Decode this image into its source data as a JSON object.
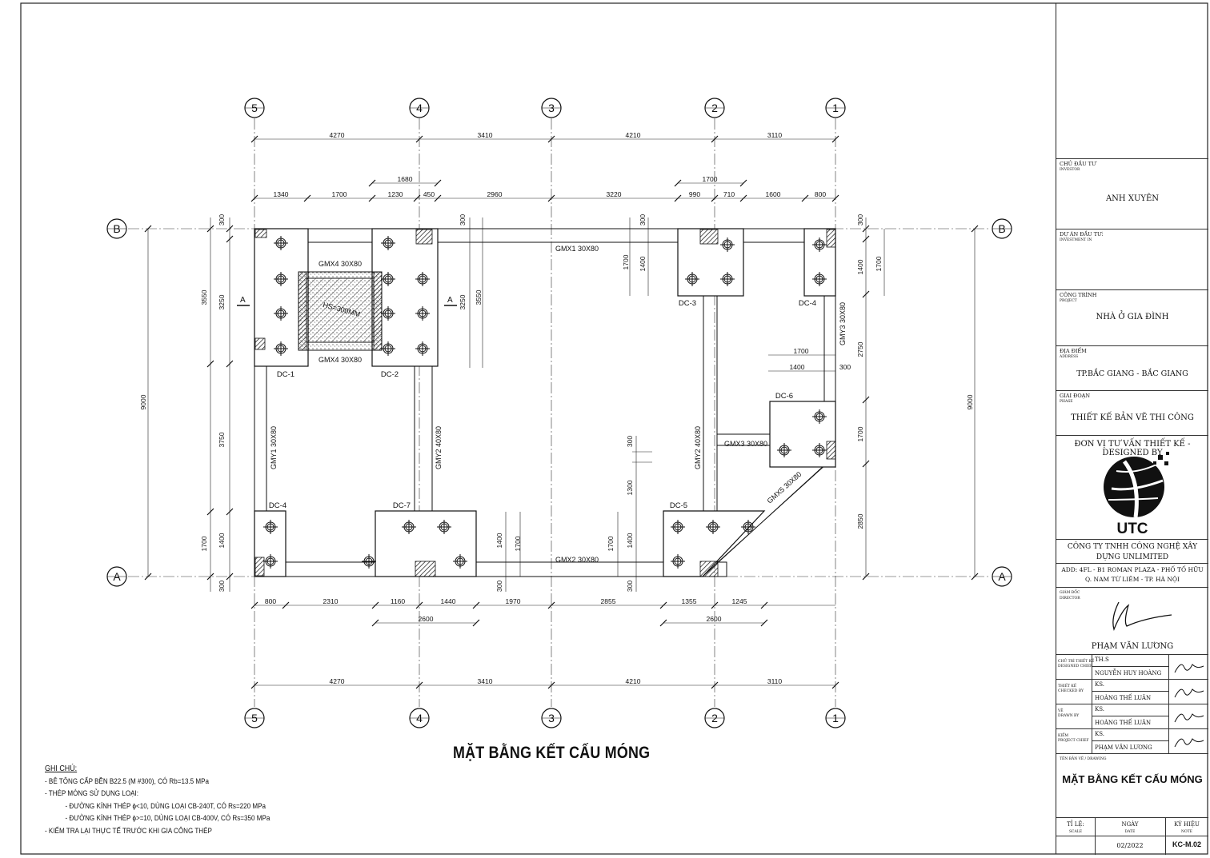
{
  "drawing_title": "MẶT BẰNG KẾT CẤU MÓNG",
  "grid_axes": {
    "columns": [
      "5",
      "4",
      "3",
      "2",
      "1"
    ],
    "rows": [
      "B",
      "A"
    ]
  },
  "dimensions": {
    "top_overall": [
      "4270",
      "3410",
      "4210",
      "3110"
    ],
    "top_detail": [
      "1340",
      "1700",
      "1230",
      "450",
      "2960",
      "3220",
      "990",
      "710",
      "1600",
      "800"
    ],
    "top_extra_left": "1680",
    "top_extra_right": "1700",
    "bottom_overall": [
      "4270",
      "3410",
      "4210",
      "3110"
    ],
    "bottom_detail": [
      "800",
      "2310",
      "1160",
      "1440",
      "1970",
      "2855",
      "1355",
      "1245"
    ],
    "bottom_width_left": "2600",
    "bottom_width_right": "2600",
    "left_overall": "9000",
    "right_overall": "9000",
    "left_chain": [
      "300",
      "3550",
      "3250",
      "3750",
      "1700",
      "1400",
      "300"
    ],
    "mid_left_chain": [
      "300",
      "3550",
      "3250",
      "1400",
      "1700",
      "300"
    ],
    "mid_right_chain": [
      "300",
      "1700",
      "1400",
      "300",
      "1300",
      "1700",
      "1400",
      "300"
    ],
    "right_chain": [
      "300",
      "1400",
      "1700",
      "2750",
      "1700",
      "2850"
    ],
    "dc6_dims": [
      "1700",
      "1400",
      "300"
    ]
  },
  "footings": [
    "DC-1",
    "DC-2",
    "DC-3",
    "DC-4",
    "DC-6",
    "DC-4",
    "DC-7",
    "DC-5"
  ],
  "beams": {
    "gmx1": "GMX1 30X80",
    "gmx2": "GMX2 30X80",
    "gmx3": "GMX3 30X80",
    "gmx4_top": "GMX4 30X80",
    "gmx4_bottom": "GMX4 30X80",
    "gmx5": "GMX5 30X80",
    "gmy1": "GMY1 30X80",
    "gmy2_left": "GMY2 40X80",
    "gmy2_right": "GMY2 40X80",
    "gmy3": "GMY3 30X80"
  },
  "pit_label": "HS=300MM",
  "section_mark": "A",
  "notes": {
    "heading": "GHI CHÚ:",
    "lines": [
      "- BÊ TÔNG CẤP BỀN B22.5 (M #300), CÓ Rb=13.5 MPa",
      "- THÉP MÓNG SỬ DỤNG LOẠI:",
      "- ĐƯỜNG KÍNH THÉP ϕ<10, DÙNG LOẠI CB-240T, CÓ Rs=220 MPa",
      "- ĐƯỜNG KÍNH THÉP ϕ>=10, DÙNG LOẠI CB-400V, CÓ Rs=350 MPa",
      "- KIỂM TRA LẠI THỰC TẾ TRƯỚC KHI GIA CÔNG THÉP"
    ]
  },
  "title_block": {
    "investor_label": "CHỦ ĐẦU TƯ",
    "investor_sub": "INVESTOR",
    "investor": "ANH XUYÊN",
    "investment_label": "DỰ ÁN ĐẦU TƯ:",
    "investment_sub": "INVESTMENT IN",
    "project_label": "CÔNG TRÌNH",
    "project_sub": "PROJECT",
    "project": "NHÀ Ở GIA ĐÌNH",
    "address_label": "ĐỊA ĐIỂM",
    "address_sub": "ADDRESS",
    "address": "TP.BẮC GIANG - BẮC GIANG",
    "phase_label": "GIAI ĐOẠN",
    "phase_sub": "PHASE",
    "phase": "THIẾT KẾ BẢN VẼ THI CÔNG",
    "designer_label": "ĐƠN VỊ TƯ VẤN THIẾT KẾ - DESIGNED BY",
    "logo_text": "UTC",
    "company": "CÔNG TY TNHH CÔNG NGHỆ XÂY DỰNG UNLIMITED",
    "company_addr1": "ADD: 4FL - B1 ROMAN PLAZA - PHỐ TỐ HỮU",
    "company_addr2": "Q. NAM TỪ LIÊM - TP. HÀ NỘI",
    "director_label": "GIÁM ĐỐC",
    "director_sub": "DIRECTOR",
    "director": "PHẠM VĂN LƯƠNG",
    "roles": [
      {
        "label": "CHỦ TRÌ THIẾT KẾ",
        "sub": "DESIGNED CHIEF",
        "title": "TH.S",
        "name": "NGUYỄN HUY HOÀNG"
      },
      {
        "label": "THIẾT KẾ",
        "sub": "CHECKED BY",
        "title": "KS.",
        "name": "HOÀNG THẾ LUÂN"
      },
      {
        "label": "VẼ",
        "sub": "DRAWN BY",
        "title": "KS.",
        "name": "HOÀNG THẾ LUÂN"
      },
      {
        "label": "KIỂM",
        "sub": "PROJECT CHIEF",
        "title": "KS.",
        "name": "PHẠM VĂN LƯƠNG"
      }
    ],
    "drawing_label": "TÊN BẢN VẼ / DRAWING",
    "drawing_name": "MẶT BẰNG KẾT CẤU MÓNG",
    "scale_label": "TỈ LỆ:",
    "scale_sub": "SCALE",
    "date_label": "NGÀY",
    "date_sub": "DATE",
    "note_label": "KÝ HIỆU",
    "note_sub": "NOTE",
    "date": "02/2022",
    "sheet": "KC-M.02"
  }
}
